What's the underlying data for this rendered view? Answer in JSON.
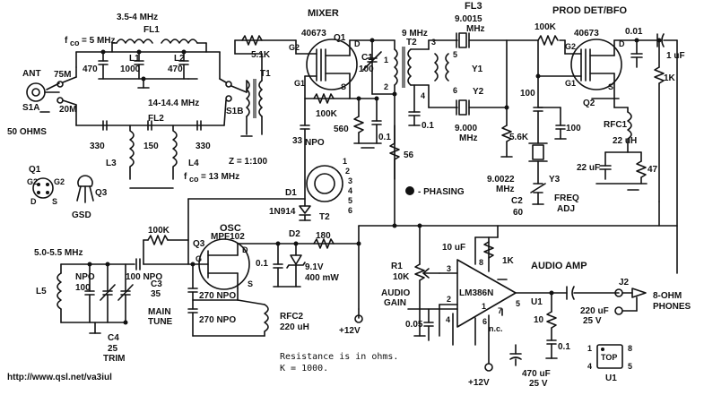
{
  "sections": {
    "mixer": "MIXER",
    "prod_det": "PROD DET/BFO",
    "osc": "OSC",
    "audio_amp": "AUDIO AMP",
    "fl3": "FL3"
  },
  "components": {
    "fl1": "FL1",
    "fl2": "FL2",
    "l1": "L1",
    "l2": "L2",
    "l3": "L3",
    "l4": "L4",
    "l5": "L5",
    "q1": "Q1",
    "q2": "Q2",
    "q3": "Q3",
    "u1": "U1",
    "t1": "T1",
    "t2": "T2",
    "d1": "D1",
    "d2": "D2",
    "y1": "Y1",
    "y2": "Y2",
    "y3": "Y3",
    "c1": "C1",
    "c2": "C2",
    "c3": "C3",
    "c4": "C4",
    "r1": "R1",
    "rfc1": "RFC1",
    "rfc2": "RFC2",
    "j2": "J2",
    "s1a": "S1A",
    "s1b": "S1B",
    "q1_part": "40673",
    "q2_part": "40673",
    "q3_part": "MPF102",
    "u1_part": "LM386N",
    "d1_part": "1N914"
  },
  "labels": {
    "band_80": "3.5-4 MHz",
    "band_20": "14-14.4 MHz",
    "fco5": "f",
    "fco5_sub": "co",
    "fco5_val": "= 5 MHz",
    "fco13": "f",
    "fco13_sub": "co",
    "fco13_val": "= 13 MHz",
    "ant": "ANT",
    "ohms50": "50 OHMS",
    "m75": "75M",
    "m20": "20M",
    "imp": "Z = 1:100",
    "mhz9": "9 MHz",
    "mhz90015": "9.0015",
    "mhz_a": "MHz",
    "mhz9000": "9.000",
    "mhz_b": "MHz",
    "mhz90022": "9.0022",
    "mhz_c": "MHz",
    "phasing": "- PHASING",
    "freq_adj": "FREQ",
    "freq_adj2": "ADJ",
    "vfo_range": "5.0-5.5 MHz",
    "main_tune": "MAIN",
    "main_tune2": "TUNE",
    "trim": "TRIM",
    "audio_gain": "AUDIO",
    "audio_gain2": "GAIN",
    "phones": "8-OHM",
    "phones2": "PHONES",
    "v12a": "+12V",
    "v12b": "+12V",
    "gsd": "GSD",
    "top": "TOP",
    "nc": "n.c.",
    "note1": "Resistance is in ohms.",
    "note2": "K = 1000.",
    "url": "http://www.qsl.net/va3iul",
    "pin_d": "D",
    "pin_s": "S",
    "pin_g1": "G1",
    "pin_g2": "G2",
    "pin_g": "G"
  },
  "values": {
    "c470a": "470",
    "c1000": "1000",
    "c470b": "470",
    "c330a": "330",
    "c150": "150",
    "c330b": "330",
    "r51k": "5.1K",
    "r100k_mix": "100K",
    "r560": "560",
    "c33": "33",
    "npo": "NPO",
    "c01a": "0.1",
    "r56": "56",
    "c100_c1": "100",
    "c01b": "0.1",
    "r100k_det": "100K",
    "c001": "0.01",
    "c1u": "1 uF",
    "r1k_a": "1K",
    "c100_q2a": "100",
    "c100_q2b": "100",
    "r56k": "5.6K",
    "uh22": "22 uH",
    "uf22": "22 uF",
    "r47": "47",
    "c60": "60",
    "r100k_osc": "100K",
    "c100npo": "100 NPO",
    "c270a": "270 NPO",
    "c270b": "270 NPO",
    "c01c": "0.1",
    "r180": "180",
    "v91": "9.1V",
    "mw400": "400 mW",
    "uh220": "220 uH",
    "npo100": "NPO",
    "v100": "100",
    "c35": "35",
    "c25": "25",
    "r10k": "10K",
    "uf10": "10 uF",
    "r1k_b": "1K",
    "c005": "0.05",
    "uf220": "220 uF",
    "v25a": "25 V",
    "r10": "10",
    "c01d": "0.1",
    "uf470": "470 uF",
    "v25b": "25 V",
    "t2_pins": [
      "1",
      "2",
      "3",
      "4",
      "5",
      "6"
    ],
    "u1_pins": [
      "1",
      "2",
      "3",
      "4",
      "5",
      "6",
      "7",
      "8"
    ]
  }
}
